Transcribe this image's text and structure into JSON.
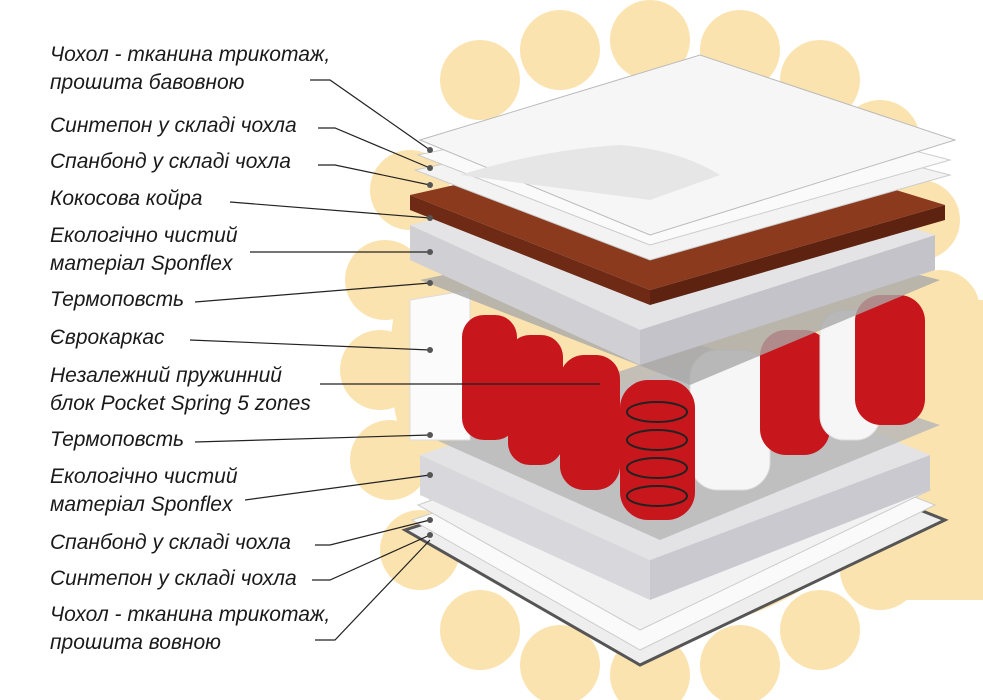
{
  "colors": {
    "background_blob": "#fbe3b0",
    "spring_red": "#c8161d",
    "coconut": "#8b3a1e",
    "fabric": "#f4f4f4"
  },
  "labels": [
    {
      "line1": "Чохол - тканина трикотаж,",
      "line2": "прошита бавовною"
    },
    {
      "line1": "Синтепон у складі чохла"
    },
    {
      "line1": "Спанбонд у складі чохла"
    },
    {
      "line1": "Кокосова койра"
    },
    {
      "line1": "Екологічно чистий",
      "line2": "матеріал Sponflex"
    },
    {
      "line1": "Термоповсть"
    },
    {
      "line1": "Єврокаркас"
    },
    {
      "line1": "Незалежний пружинний",
      "line2": "блок Pocket Spring 5 zones"
    },
    {
      "line1": "Термоповсть"
    },
    {
      "line1": "Екологічно чистий",
      "line2": "матеріал Sponflex"
    },
    {
      "line1": "Спанбонд у складі чохла"
    },
    {
      "line1": "Синтепон у складі чохла"
    },
    {
      "line1": "Чохол - тканина трикотаж,",
      "line2": "прошита вовною"
    }
  ]
}
